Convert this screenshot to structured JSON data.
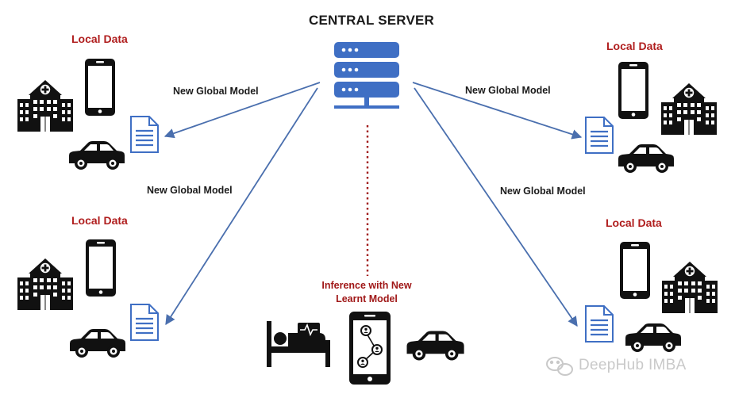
{
  "server": {
    "title": "CENTRAL SERVER",
    "icon": "server-rack-icon",
    "color": "#3f6fc4"
  },
  "clients": [
    {
      "id": "top-left",
      "label": "Local Data"
    },
    {
      "id": "top-right",
      "label": "Local Data"
    },
    {
      "id": "bottom-left",
      "label": "Local Data"
    },
    {
      "id": "bottom-right",
      "label": "Local Data"
    }
  ],
  "edges": [
    {
      "id": "top-left",
      "label": "New Global Model"
    },
    {
      "id": "top-right",
      "label": "New Global Model"
    },
    {
      "id": "bottom-left",
      "label": "New Global Model"
    },
    {
      "id": "bottom-right",
      "label": "New Global Model"
    }
  ],
  "inference": {
    "line1": "Inference with New",
    "line2": "Learnt Model"
  },
  "watermark": {
    "text": "DeepHub IMBA"
  },
  "colors": {
    "arrow": "#4a6fae",
    "label_red": "#b01e1e",
    "dotted": "#a01818",
    "document": "#3f6fc4"
  }
}
